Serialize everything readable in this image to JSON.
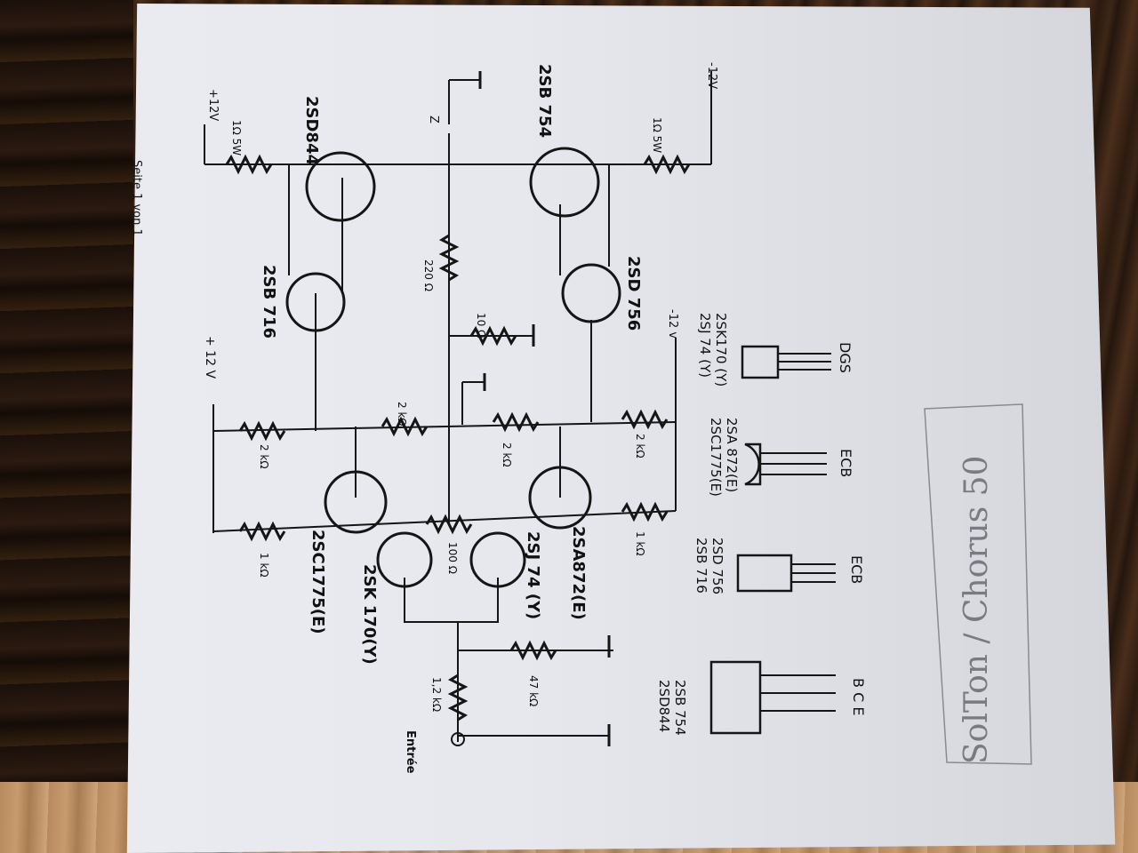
{
  "page_header": "Seite 1 von 1",
  "supply": {
    "top_plus": "+12V",
    "top_minus": "-12V",
    "mid_plus": "+ 12 V",
    "mid_minus": "-12 v"
  },
  "resistors": {
    "r_top_left": "1Ω  5W",
    "r_top_right": "1Ω  5W",
    "r_220": "220 Ω",
    "r_10": "10 Ω",
    "r_2k_a": "2 kΩ",
    "r_2k_b": "2 kΩ",
    "r_2k_c": "2 kΩ",
    "r_2k_d": "2 kΩ",
    "r_1k_a": "1 kΩ",
    "r_1k_b": "1 kΩ",
    "r_100": "100 Ω",
    "r_47k": "47 kΩ",
    "r_1_2k": "1,2 kΩ"
  },
  "transistors": {
    "q1": "2SD844",
    "q2": "2SB 754",
    "q3": "2SB 716",
    "q4": "2SD 756",
    "q5": "2SC1775(E)",
    "q6": "2SK 170(Y)",
    "q7": "2SJ 74 (Y)",
    "q8": "2SA872(E)"
  },
  "output_label": "Z",
  "input_label": "Entrée",
  "pinouts": [
    {
      "parts": "2SD844\n2SB 754",
      "pins": "B C E"
    },
    {
      "parts": "2SB 716\n2SD 756",
      "pins": "ECB"
    },
    {
      "parts": "2SC1775(E)\n2SA 872(E)",
      "pins": "ECB"
    },
    {
      "parts": "2SJ 74 (Y)\n2SK170 (Y)",
      "pins": "DGS"
    }
  ],
  "handwritten_note": "SolTon / Chorus 50"
}
